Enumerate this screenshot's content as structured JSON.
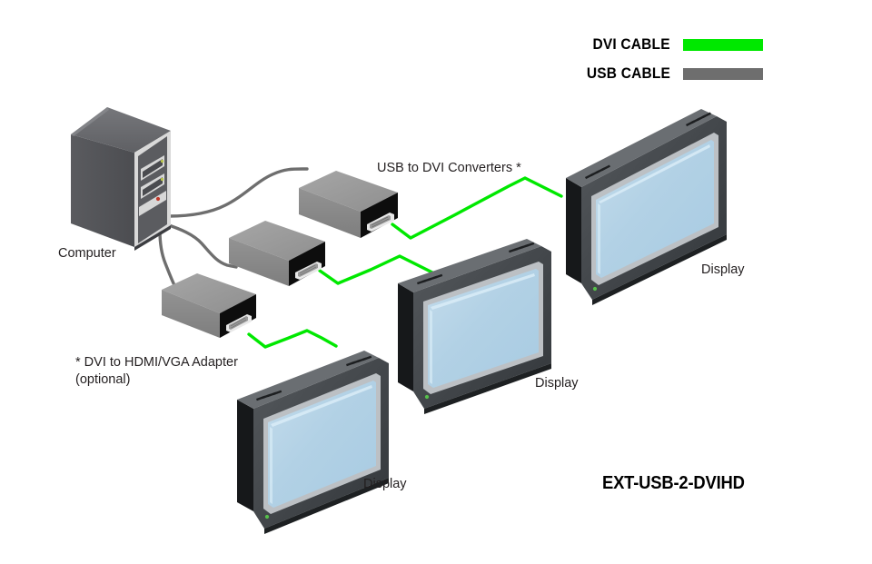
{
  "diagram": {
    "title": "EXT-USB-2-DVIHD",
    "background_color": "#ffffff"
  },
  "legend": {
    "items": [
      {
        "label": "DVI CABLE",
        "color": "#00e800",
        "type": "dvi"
      },
      {
        "label": "USB CABLE",
        "color": "#6e6e6e",
        "type": "usb"
      }
    ]
  },
  "labels": {
    "computer": "Computer",
    "converters": "USB to DVI Converters *",
    "footnote_line1": "* DVI to HDMI/VGA Adapter",
    "footnote_line2": "(optional)",
    "display_top_right": "Display",
    "display_middle": "Display",
    "display_bottom_left": "Display",
    "model": "EXT-USB-2-DVIHD"
  },
  "devices": {
    "computer": {
      "name": "Computer",
      "type": "desktop-tower",
      "case_color": "#55565a",
      "front_panel_color": "#d8d8d8",
      "led_drive_color": "#b9c54a",
      "led_power_color": "#c0392b"
    },
    "converters": [
      {
        "id": "converter-1",
        "name": "USB to DVI Converter",
        "top_color": "#9b9b9b",
        "side_color": "#8a8a8a",
        "front_color": "#0d0d0d",
        "connector_color": "#e9e9e9"
      },
      {
        "id": "converter-2",
        "name": "USB to DVI Converter",
        "top_color": "#9b9b9b",
        "side_color": "#8a8a8a",
        "front_color": "#0d0d0d",
        "connector_color": "#e9e9e9"
      },
      {
        "id": "converter-3",
        "name": "USB to DVI Converter",
        "top_color": "#9b9b9b",
        "side_color": "#8a8a8a",
        "front_color": "#0d0d0d",
        "connector_color": "#e9e9e9"
      }
    ],
    "displays": [
      {
        "id": "display-top-right",
        "name": "Display",
        "bezel_color": "#3a3e42",
        "screen_color": "#b3d2e6",
        "led_color": "#55c04a"
      },
      {
        "id": "display-middle",
        "name": "Display",
        "bezel_color": "#3a3e42",
        "screen_color": "#b3d2e6",
        "led_color": "#55c04a"
      },
      {
        "id": "display-bottom-left",
        "name": "Display",
        "bezel_color": "#3a3e42",
        "screen_color": "#b3d2e6",
        "led_color": "#55c04a"
      }
    ]
  },
  "cables": {
    "usb": {
      "color": "#6e6e6e",
      "width": 3.4,
      "count": 3,
      "from": "Computer",
      "to": "USB to DVI Converters"
    },
    "dvi": {
      "color": "#00e800",
      "width": 3.4,
      "count": 3,
      "from": "USB to DVI Converters",
      "to": "Displays"
    }
  }
}
